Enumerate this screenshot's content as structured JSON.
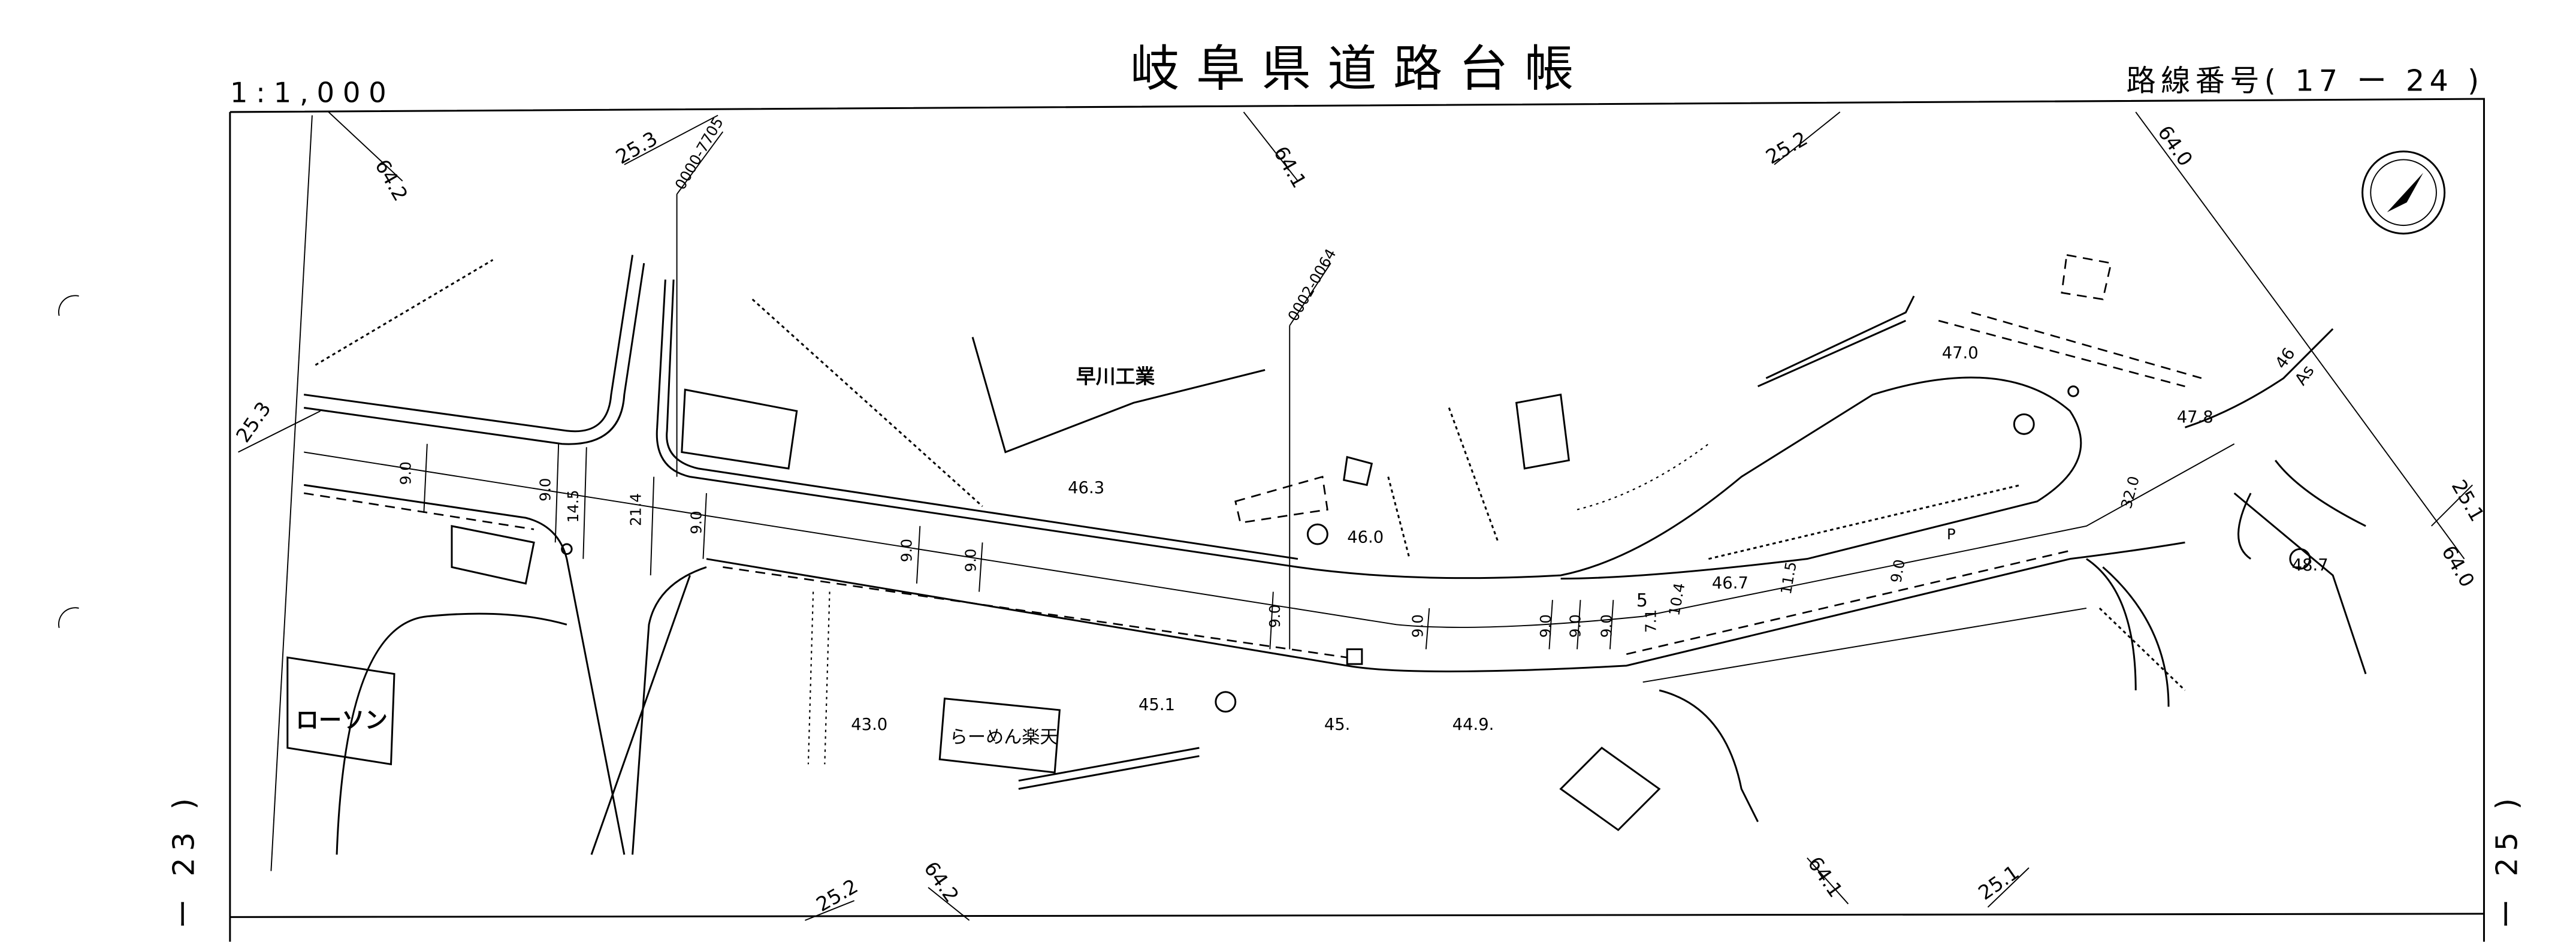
{
  "header": {
    "scale": "1:1,000",
    "title": "岐阜県道路台帳",
    "route_number": "路線番号( 17 ー 24 )"
  },
  "adjacent_sheets": {
    "left": "ー 23 )",
    "right": "ー 25 )"
  },
  "grid_labels": {
    "top": [
      "64.2",
      "25.3",
      "64.1",
      "25.2",
      "64.0"
    ],
    "left": "25.3",
    "right": [
      "25.1",
      "64.0"
    ],
    "bottom": [
      "25.2",
      "64.2",
      "64.1",
      "25.1"
    ]
  },
  "parcel_codes": [
    "0000-7705",
    "0002-0064"
  ],
  "places": {
    "hayakawa": "早川工業",
    "lawson": "ローソン",
    "ramen": "らーめん楽天"
  },
  "elevations": [
    "46.3",
    "46.0",
    "47.0",
    "47.8",
    "48.7",
    "46.7",
    "43.0",
    "45.1",
    "45.",
    "44.9.",
    "46"
  ],
  "widths": [
    "9.0",
    "9.0",
    "14.5",
    "21.4",
    "9.0",
    "9.0",
    "9.0",
    "9.0",
    "9.0",
    "9.0",
    "9.0",
    "9.0",
    "5",
    "7.1",
    "10.4",
    "11.5",
    "9.0",
    "32.0",
    "P"
  ],
  "misc": {
    "pavement": "As",
    "park_mark": "P"
  },
  "icons": {
    "north_arrow": "compass-north-arrow-icon"
  }
}
